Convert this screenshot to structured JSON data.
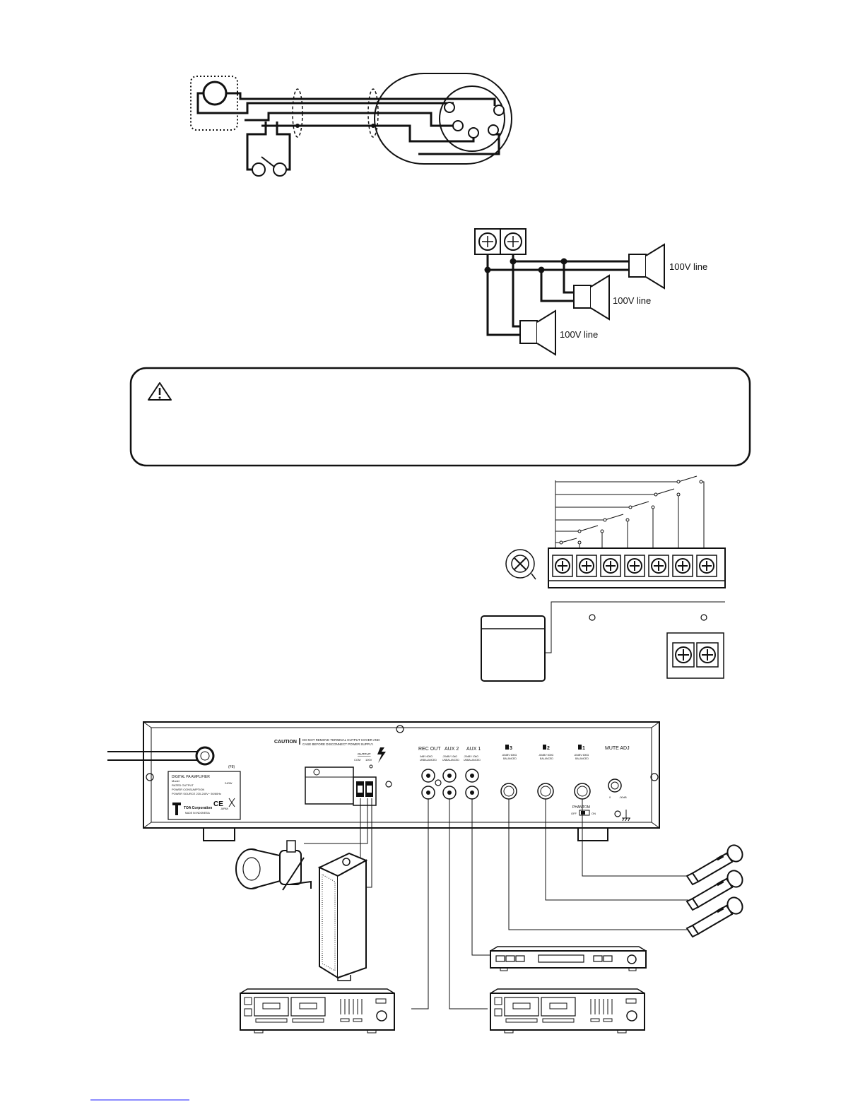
{
  "speaker_wiring": {
    "line_labels": [
      "100V line",
      "100V line",
      "100V line"
    ]
  },
  "rear_panel": {
    "caution_title": "CAUTION",
    "caution_text_1": "DO NOT REMOVE TERMINAL OUTPUT COVER AND",
    "caution_text_2": "CASE BEFORE DISCONNECT POWER SUPPLY.",
    "output_label": "OUTPUT",
    "output_com": "COM",
    "output_100v": "100V",
    "rec_out": "REC OUT",
    "aux2": "AUX 2",
    "aux1": "AUX 1",
    "rec_out_spec_1": "0dBV 600Ω",
    "rec_out_spec_2": "UNBALANCED",
    "aux2_spec_1": "-20dBV 10kΩ",
    "aux2_spec_2": "UNBALANCED",
    "aux1_spec_1": "-20dBV 10kΩ",
    "aux1_spec_2": "UNBALANCED",
    "mic3": "3",
    "mic2": "2",
    "mic1": "1",
    "mic_spec_1": "-60dBV 600Ω",
    "mic_spec_2": "BALANCED",
    "mute_adj": "MUTE ADJ",
    "mute_0": "0",
    "mute_min": "-30dB",
    "phantom": "PHANTOM",
    "phantom_off": "OFF",
    "phantom_on": "ON",
    "fuse_label": "(F8)",
    "nameplate_1": "DIGITAL PA AMPLIFIER",
    "nameplate_2": "Model",
    "nameplate_3": "RATED OUTPUT",
    "nameplate_3_value": "240W",
    "nameplate_4": "POWER CONSUMPTION",
    "nameplate_5": "POWER SOURCE 220-240V~ 50/60Hz",
    "nameplate_ce": "CE",
    "brand": "TOA Corporation",
    "made_in": "MADE IN INDONESIA",
    "japan": "JAPAN"
  },
  "colors": {
    "ink": "#111111",
    "paper": "#ffffff",
    "footer_link": "#1a1aff"
  }
}
